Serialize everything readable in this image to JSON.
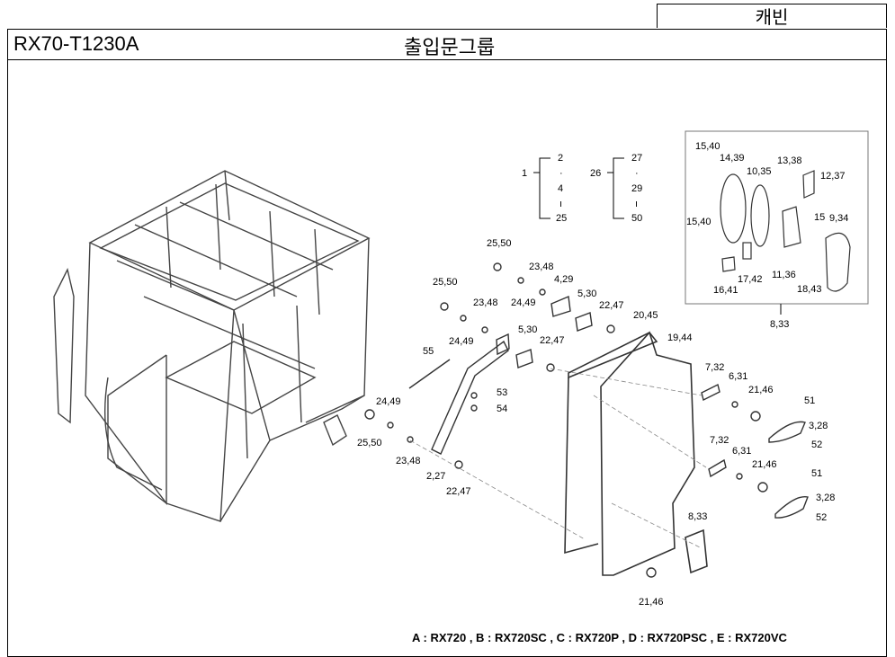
{
  "header": {
    "category": "캐빈",
    "part_code": "RX70-T1230A",
    "title": "출입문그룹"
  },
  "callouts": {
    "group1": {
      "main": "1",
      "items": [
        "2",
        "·",
        "4",
        "ı",
        "25"
      ]
    },
    "group2": {
      "main": "26",
      "items": [
        "27",
        "·",
        "29",
        "ı",
        "50"
      ]
    },
    "labels": [
      "15,40",
      "14,39",
      "10,35",
      "13,38",
      "12,37",
      "15,40",
      "15",
      "9,34",
      "17,42",
      "11,36",
      "16,41",
      "18,43",
      "8,33",
      "25,50",
      "23,48",
      "4,29",
      "24,49",
      "25,50",
      "23,48",
      "5,30",
      "22,47",
      "20,45",
      "24,49",
      "5,30",
      "22,47",
      "19,44",
      "55",
      "7,32",
      "6,31",
      "21,46",
      "53",
      "54",
      "51",
      "3,28",
      "52",
      "24,49",
      "25,50",
      "23,48",
      "7,32",
      "6,31",
      "2,27",
      "22,47",
      "21,46",
      "51",
      "3,28",
      "52",
      "8,33",
      "21,46"
    ]
  },
  "footer": {
    "legend": "A : RX720 , B : RX720SC , C : RX720P , D : RX720PSC , E : RX720VC"
  }
}
